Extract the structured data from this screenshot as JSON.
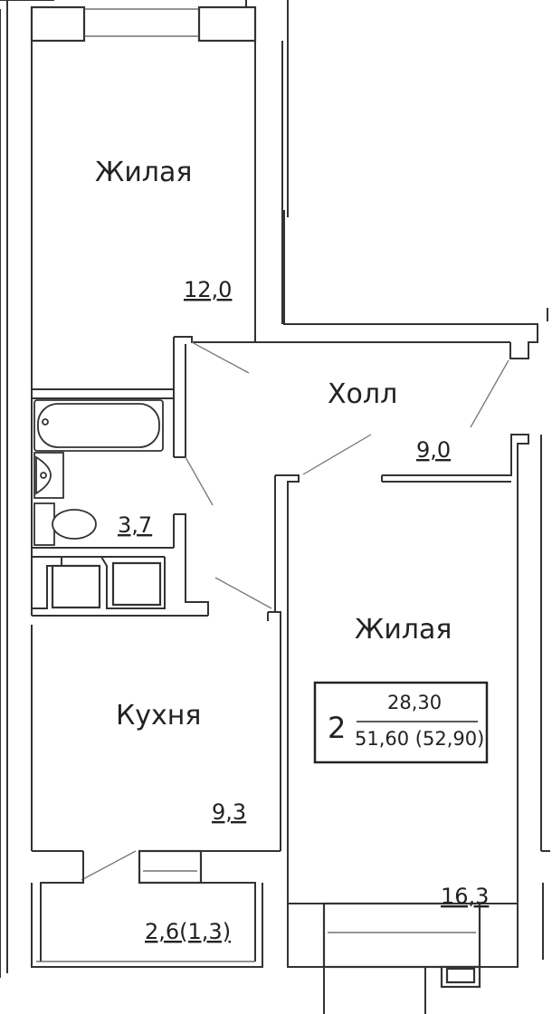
{
  "rooms": {
    "living1": {
      "name": "Жилая",
      "area": "12,0"
    },
    "hall": {
      "name": "Холл",
      "area": "9,0"
    },
    "bathroom": {
      "area": "3,7"
    },
    "kitchen": {
      "name": "Кухня",
      "area": "9,3"
    },
    "living2": {
      "name": "Жилая",
      "area": "16,3"
    },
    "balcony": {
      "area": "2,6(1,3)"
    }
  },
  "summary": {
    "rooms_count": "2",
    "living_area": "28,30",
    "total_area": "51,60 (52,90)"
  }
}
